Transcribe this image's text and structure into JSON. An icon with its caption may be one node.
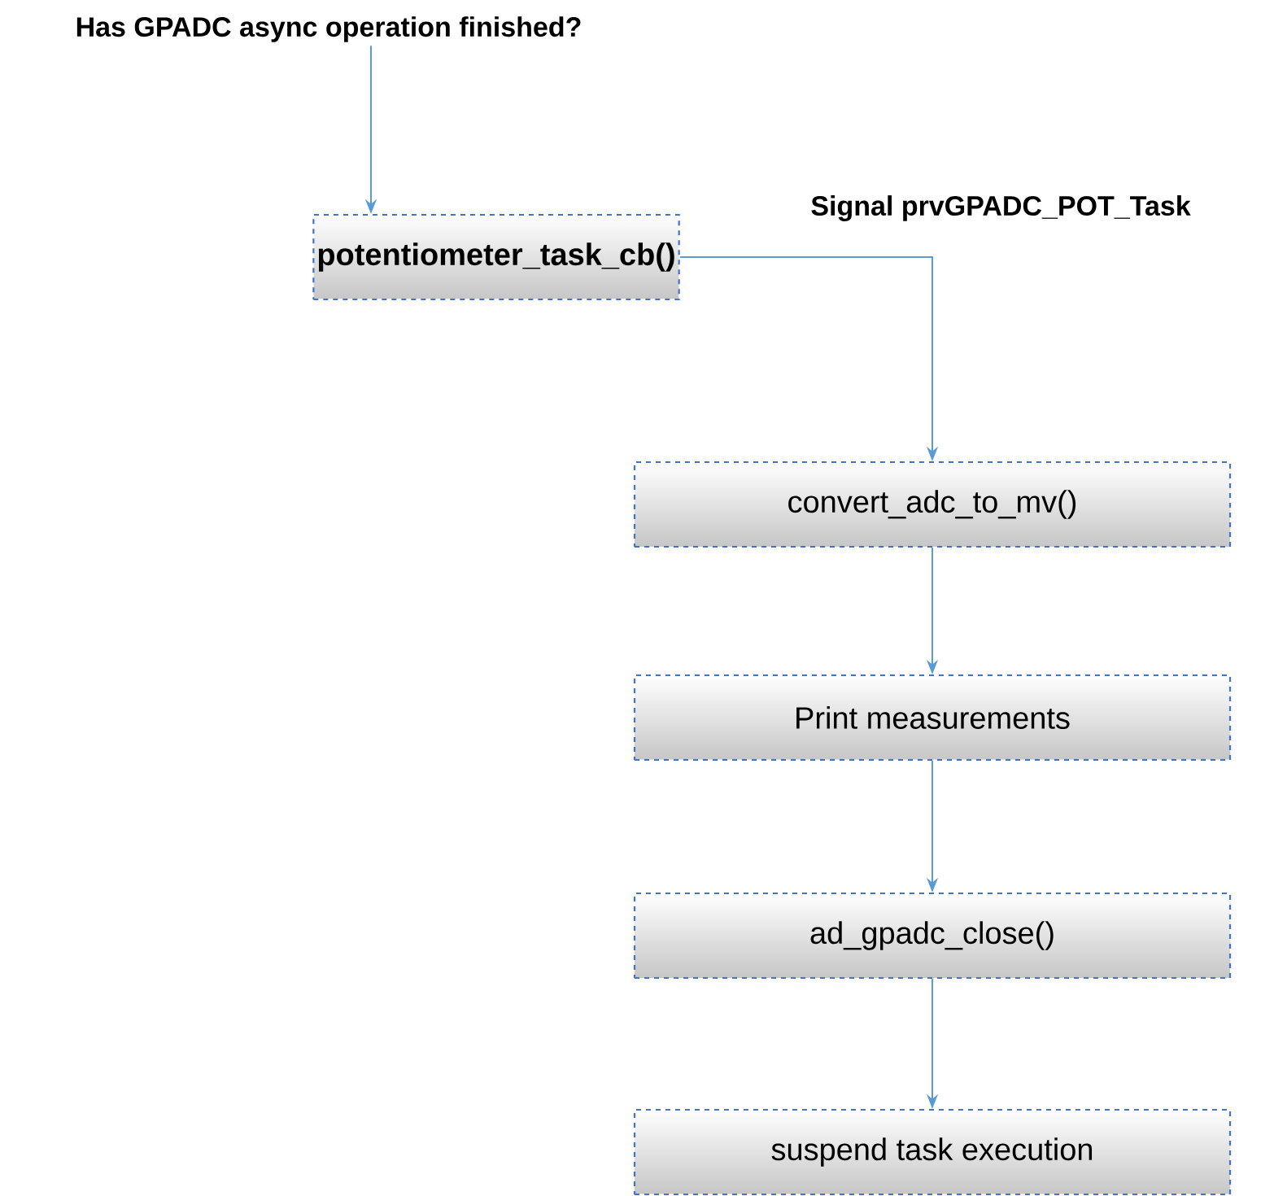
{
  "diagram": {
    "nodes": [
      {
        "text": [
          "Has GPADC async operation finished?"
        ]
      },
      {
        "text": [
          "potentiometer_task_cb()"
        ]
      },
      {
        "text": [
          "convert_adc_to_mv()"
        ]
      },
      {
        "text": [
          "Print measurements"
        ]
      },
      {
        "text": [
          "ad_gpadc_close()"
        ]
      },
      {
        "text": [
          "suspend task execution"
        ]
      }
    ],
    "edges": [
      {
        "from": 0,
        "to": 1,
        "arrow": "to"
      },
      {
        "from": 1,
        "to": 2,
        "arrow": "to",
        "label": "Signal prvGPADC_POT_Task"
      },
      {
        "from": 2,
        "to": 3,
        "arrow": "to"
      },
      {
        "from": 3,
        "to": 4,
        "arrow": "to"
      },
      {
        "from": 4,
        "to": 5,
        "arrow": "to"
      }
    ]
  }
}
